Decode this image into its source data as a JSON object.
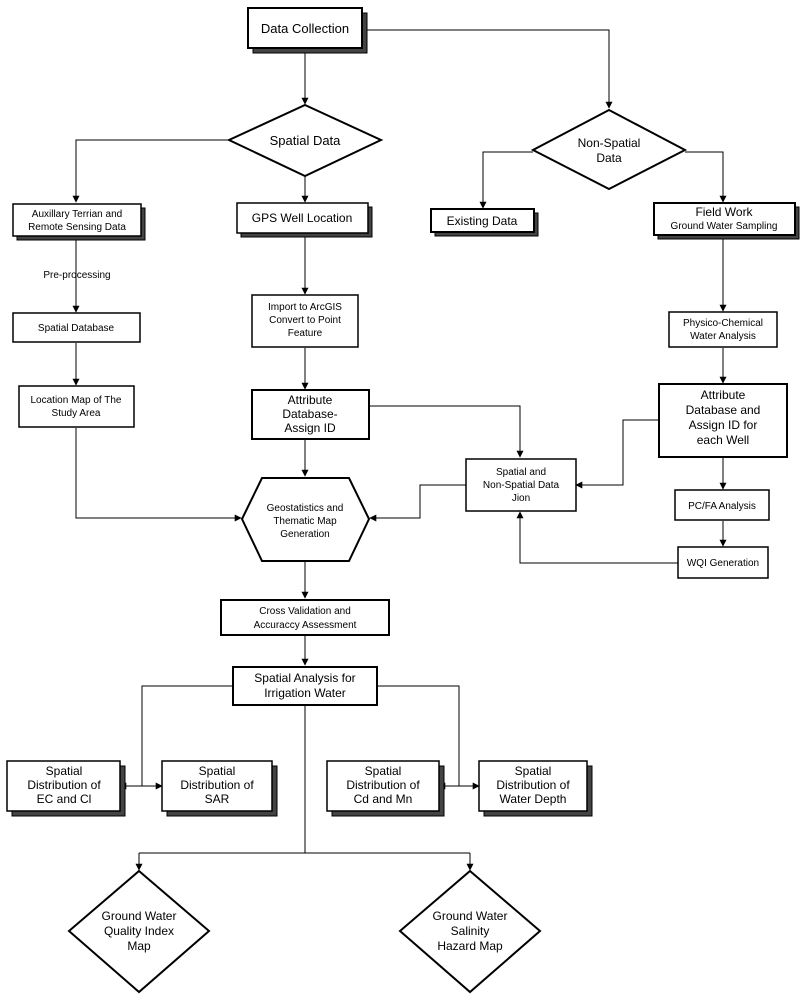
{
  "nodes": {
    "data_collection": "Data Collection",
    "spatial_data": "Spatial Data",
    "non_spatial_data": [
      "Non-Spatial",
      "Data"
    ],
    "auxiliary": [
      "Auxillary Terrian and",
      "Remote Sensing Data"
    ],
    "gps": "GPS Well Location",
    "existing": "Existing Data",
    "field_work": [
      "Field Work",
      "Ground Water Sampling"
    ],
    "preprocessing": "Pre-processing",
    "spatial_db": "Spatial Database",
    "import": [
      "Import to ArcGIS",
      "Convert to Point",
      "Feature"
    ],
    "physico": [
      "Physico-Chemical",
      "Water Analysis"
    ],
    "location_map": [
      "Location Map of The",
      "Study Area"
    ],
    "attr_left": [
      "Attribute",
      "Database-",
      "Assign ID"
    ],
    "attr_right": [
      "Attribute",
      "Database and",
      "Assign ID for",
      "each Well"
    ],
    "join": [
      "Spatial and",
      "Non-Spatial Data",
      "Jion"
    ],
    "geostat": [
      "Geostatistics and",
      "Thematic Map",
      "Generation"
    ],
    "pcfa": "PC/FA Analysis",
    "wqi": "WQI Generation",
    "cross_val": [
      "Cross Validation  and",
      "Accuraccy Assessment"
    ],
    "spatial_analysis": [
      "Spatial Analysis for",
      "Irrigation Water"
    ],
    "ec_cl": [
      "Spatial",
      "Distribution of",
      "EC and Cl"
    ],
    "sar": [
      "Spatial",
      "Distribution of",
      "SAR"
    ],
    "cd_mn": [
      "Spatial",
      "Distribution of",
      "Cd and Mn"
    ],
    "water_depth": [
      "Spatial",
      "Distribution of",
      "Water Depth"
    ],
    "gwqi_map": [
      "Ground Water",
      "Quality Index",
      "Map"
    ],
    "salinity_map": [
      "Ground Water",
      "Salinity",
      "Hazard Map"
    ]
  }
}
